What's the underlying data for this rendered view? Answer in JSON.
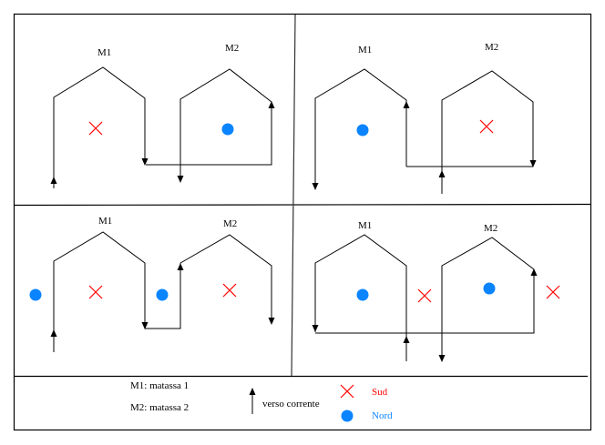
{
  "colors": {
    "line": "#000000",
    "sud": "#ff0000",
    "nord": "#0a84ff"
  },
  "panels": [
    {
      "id": "top-left",
      "labels": [
        "M1",
        "M2"
      ],
      "markers": [
        {
          "type": "sud",
          "house": "M1",
          "position": "inside"
        },
        {
          "type": "nord",
          "house": "M2",
          "position": "inside"
        }
      ],
      "current_path": "enters M1 left wall upward, over roof, down M1 right wall, across bottom, up M2 right wall, over roof, down M2 left wall"
    },
    {
      "id": "top-right",
      "labels": [
        "M1",
        "M2"
      ],
      "markers": [
        {
          "type": "nord",
          "house": "M1",
          "position": "inside"
        },
        {
          "type": "sud",
          "house": "M2",
          "position": "inside"
        }
      ],
      "current_path": "enters M2 left wall upward, over roof, down M2 right wall, across bottom, up M1 right wall, over roof, down M1 left wall"
    },
    {
      "id": "bottom-left",
      "labels": [
        "M1",
        "M2"
      ],
      "markers": [
        {
          "type": "nord",
          "house": "M1",
          "position": "left-outside"
        },
        {
          "type": "sud",
          "house": "M1",
          "position": "inside"
        },
        {
          "type": "nord",
          "house": "M2",
          "position": "left-outside"
        },
        {
          "type": "sud",
          "house": "M2",
          "position": "inside"
        }
      ],
      "current_path": "enters M1 left wall upward, over roof, down M1 right wall, across, up M2 left wall, over roof, down M2 right wall"
    },
    {
      "id": "bottom-right",
      "labels": [
        "M1",
        "M2"
      ],
      "markers": [
        {
          "type": "nord",
          "house": "M1",
          "position": "inside"
        },
        {
          "type": "sud",
          "house": "M1",
          "position": "right-outside"
        },
        {
          "type": "nord",
          "house": "M2",
          "position": "inside"
        },
        {
          "type": "sud",
          "house": "M2",
          "position": "right-outside"
        }
      ],
      "current_path": "enters M1 right wall upward, over roof, down M1 left wall, across bottom, up M2 right wall, over roof, down M2 left wall"
    }
  ],
  "legend": {
    "m1": "M1: matassa 1",
    "m2": "M2: matassa 2",
    "arrow": "verso corrente",
    "sud": "Sud",
    "nord": "Nord"
  }
}
